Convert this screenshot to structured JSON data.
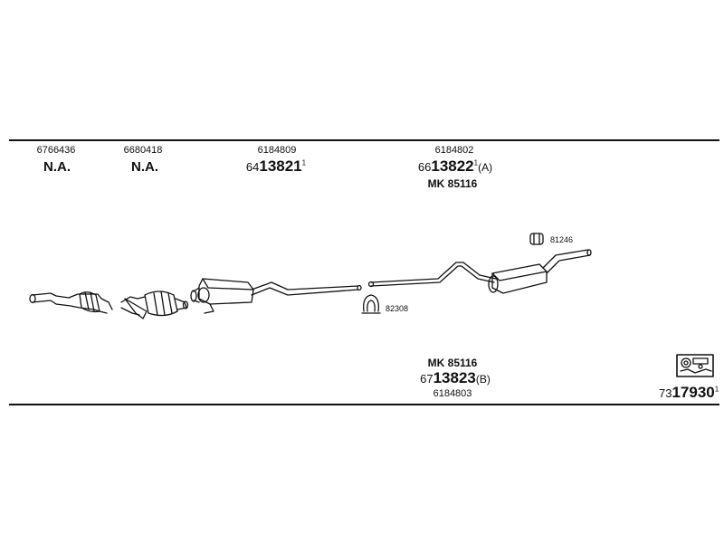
{
  "top_labels": [
    {
      "part": "6766436",
      "ref": "N.A."
    },
    {
      "part": "6680418",
      "ref": "N.A."
    },
    {
      "part": "6184809",
      "ref_prefix": "64",
      "ref_main": "13821",
      "ref_sup": "1"
    },
    {
      "part": "6184802",
      "ref_prefix": "66",
      "ref_main": "13822",
      "ref_sup": "1",
      "ref_suffix": "(A)",
      "kit": "MK  85116"
    }
  ],
  "clamps": {
    "clamp_a": "81246",
    "clamp_b": "82308"
  },
  "bottom_labels": {
    "kit": "MK  85116",
    "ref_prefix": "67",
    "ref_main": "13823",
    "ref_suffix": "(B)",
    "part": "6184803"
  },
  "set_number": {
    "prefix": "73",
    "main": "17930",
    "sup": "1"
  }
}
